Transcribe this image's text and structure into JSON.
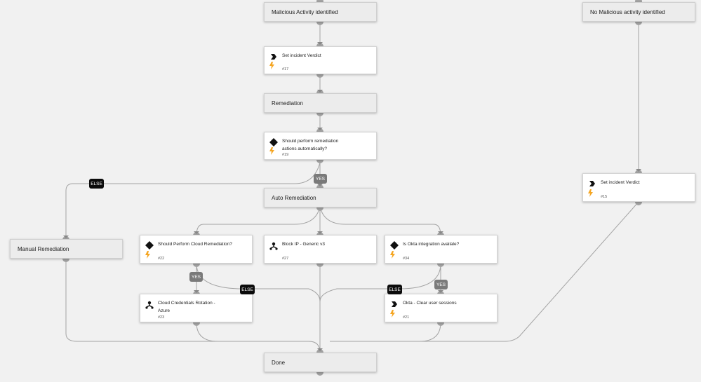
{
  "colors": {
    "background": "#f1f1f1",
    "connector": "#a3a3a3",
    "else_label_bg": "#0b0b0b",
    "yes_label_bg": "#7a7a7a",
    "bolt": "#f5a623"
  },
  "sections": {
    "malicious": "Malicious Activity identified",
    "no_malicious": "No Malicious activity identified",
    "remediation": "Remediation",
    "auto_remediation": "Auto Remediation",
    "manual_remediation": "Manual Remediation",
    "done": "Done"
  },
  "tasks": {
    "set_verdict_17": {
      "title": "Set incident Verdict",
      "number": "#17",
      "icon": "chevron-icon"
    },
    "should_remediate_19": {
      "title": "Should perform remediation actions automatically?",
      "number": "#19",
      "icon": "diamond-icon"
    },
    "set_verdict_15": {
      "title": "Set incident Verdict",
      "number": "#15",
      "icon": "chevron-icon"
    },
    "should_cloud_22": {
      "title": "Should Perform Cloud Remediation?",
      "number": "#22",
      "icon": "diamond-icon"
    },
    "block_ip_27": {
      "title": "Block IP - Generic v3",
      "number": "#27",
      "icon": "playbook-icon"
    },
    "is_okta_34": {
      "title": "Is Okta integration availale?",
      "number": "#34",
      "icon": "diamond-icon"
    },
    "cloud_creds_23": {
      "title": "Cloud Credentials Rotation - Azure",
      "number": "#23",
      "icon": "playbook-icon"
    },
    "okta_clear_21": {
      "title": "Okta - Clear user sessions",
      "number": "#21",
      "icon": "chevron-icon"
    }
  },
  "labels": {
    "else": "ELSE",
    "yes": "YES"
  }
}
